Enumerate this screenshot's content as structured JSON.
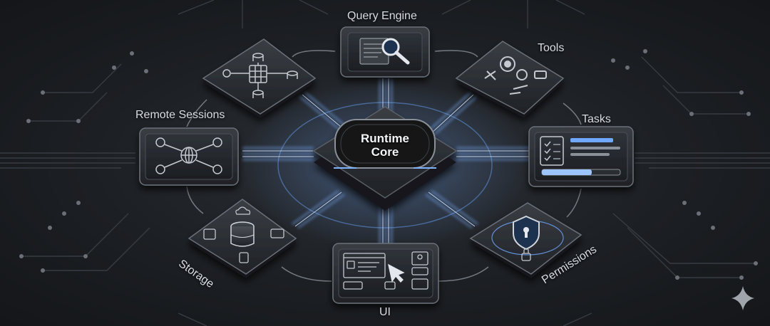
{
  "diagram": {
    "core": {
      "line1": "Runtime",
      "line2": "Core"
    },
    "modules": {
      "query_engine": "Query Engine",
      "tools": "Tools",
      "remote_sessions": "Remote Sessions",
      "tasks": "Tasks",
      "storage": "Storage",
      "ui": "UI",
      "permissions": "Permissions"
    }
  },
  "colors": {
    "background": "#1c1f23",
    "panel": "#2b2e33",
    "panel_edge": "#5a5f66",
    "glow": "#6fa8ff",
    "text": "#d9dde2"
  },
  "icons": {
    "core": "runtime-core-chip",
    "query_engine": "magnifier-document-icon",
    "tools": "gears-wrench-icon",
    "remote_sessions": "network-globe-icon",
    "tasks": "checklist-icon",
    "storage": "database-cloud-icon",
    "ui": "window-cursor-icon",
    "permissions": "shield-lock-icon",
    "corner": "sparkle-icon"
  }
}
